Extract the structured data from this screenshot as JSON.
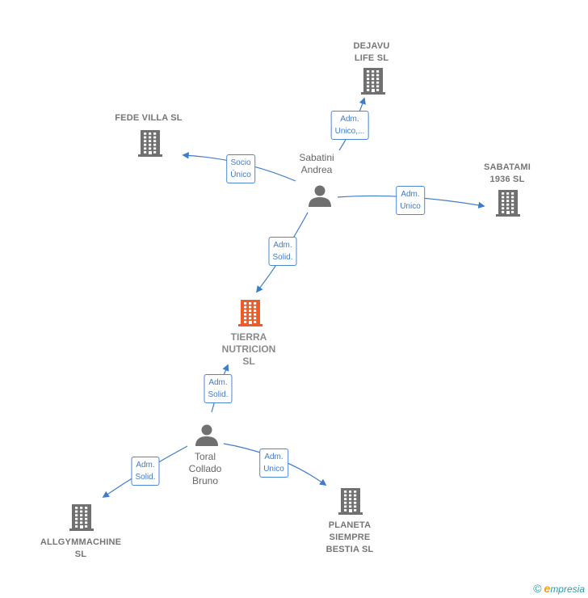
{
  "colors": {
    "edge": "#3f7cc8",
    "company": "#707070",
    "focus_company": "#f05a28",
    "person": "#707070"
  },
  "nodes": [
    {
      "id": "dejavu",
      "kind": "company",
      "lines": [
        "DEJAVU",
        "LIFE  SL"
      ]
    },
    {
      "id": "fede",
      "kind": "company",
      "lines": [
        "FEDE VILLA  SL"
      ]
    },
    {
      "id": "sabatami",
      "kind": "company",
      "lines": [
        "SABATAMI",
        "1936  SL"
      ]
    },
    {
      "id": "sabatini",
      "kind": "person",
      "lines": [
        "Sabatini",
        "Andrea"
      ]
    },
    {
      "id": "tierra",
      "kind": "focus",
      "lines": [
        "TIERRA",
        "NUTRICION",
        "SL"
      ]
    },
    {
      "id": "toral",
      "kind": "person",
      "lines": [
        "Toral",
        "Collado",
        "Bruno"
      ]
    },
    {
      "id": "allgym",
      "kind": "company",
      "lines": [
        "ALLGYMMACHINE",
        "SL"
      ]
    },
    {
      "id": "planeta",
      "kind": "company",
      "lines": [
        "PLANETA",
        "SIEMPRE",
        "BESTIA  SL"
      ]
    }
  ],
  "edges": [
    {
      "id": "e1",
      "lines": [
        "Adm.",
        "Unico,..."
      ]
    },
    {
      "id": "e2",
      "lines": [
        "Socio",
        "Único"
      ]
    },
    {
      "id": "e3",
      "lines": [
        "Adm.",
        "Unico"
      ]
    },
    {
      "id": "e4",
      "lines": [
        "Adm.",
        "Solid."
      ]
    },
    {
      "id": "e5",
      "lines": [
        "Adm.",
        "Solid."
      ]
    },
    {
      "id": "e6",
      "lines": [
        "Adm.",
        "Solid."
      ]
    },
    {
      "id": "e7",
      "lines": [
        "Adm.",
        "Unico"
      ]
    }
  ],
  "brand": {
    "copyright": "©",
    "name_initial": "e",
    "name_rest": "mpresia"
  }
}
